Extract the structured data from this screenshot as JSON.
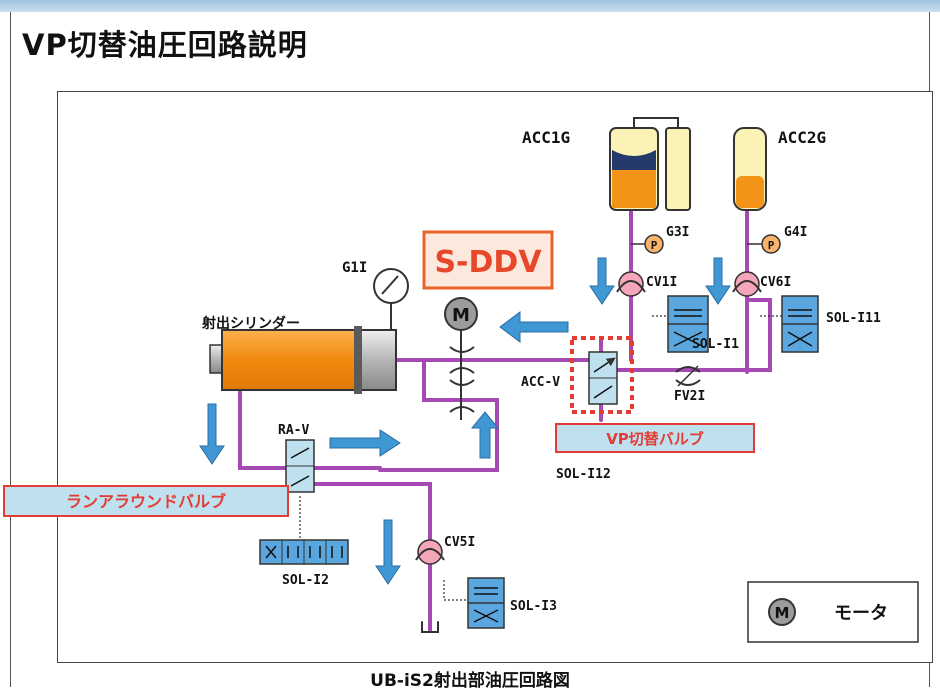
{
  "title": "VP切替油圧回路説明",
  "caption": "UB-iS2射出部油圧回路図",
  "colors": {
    "pipe": "#a54ab3",
    "cylinder_orange": "#f39317",
    "arrow_blue": "#3f97d4",
    "valve_blue": "#5aa7df",
    "callout_red": "#e23c34",
    "callout_fill": "#bfe0ef",
    "accumulator_yellow": "#f8f1b0"
  },
  "labels": {
    "acc1g": "ACC1G",
    "acc2g": "ACC2G",
    "g3i": "G3I",
    "g4i": "G4I",
    "g1i": "G1I",
    "cv1i": "CV1I",
    "cv6i": "CV6I",
    "cv5i": "CV5I",
    "sol_i1": "SOL-I1",
    "sol_i11": "SOL-I11",
    "sol_i12": "SOL-I12",
    "sol_i2": "SOL-I2",
    "sol_i3": "SOL-I3",
    "fv2i": "FV2I",
    "acc_v": "ACC-V",
    "ra_v": "RA-V",
    "cylinder": "射出シリンダー",
    "sddv": "S-DDV",
    "vp_valve": "VP切替バルブ",
    "runaround_valve": "ランアラウンドバルブ",
    "pressure_p": "P",
    "motor_m": "M"
  },
  "legend": {
    "symbol": "M",
    "text": "モータ"
  }
}
